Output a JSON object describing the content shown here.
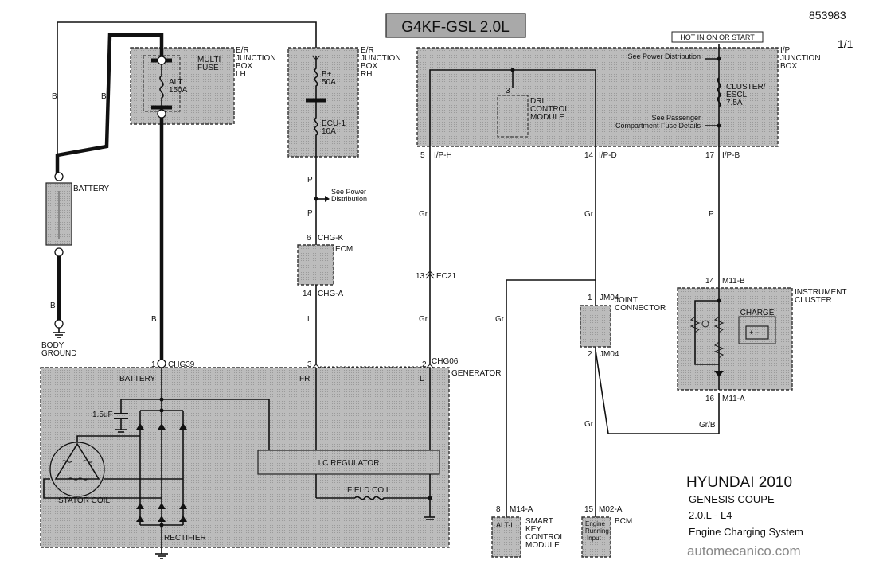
{
  "header": {
    "title": "G4KF-GSL 2.0L",
    "doc_number": "853983",
    "page": "1/1",
    "hot_label": "HOT IN ON OR START"
  },
  "er_lh": {
    "name": "E/R JUNCTION BOX LH",
    "name_lines": [
      "E/R",
      "JUNCTION",
      "BOX",
      "LH"
    ],
    "fuse_lines": [
      "MULTI",
      "FUSE"
    ],
    "alt_lines": [
      "ALT",
      "150A"
    ]
  },
  "er_rh": {
    "name_lines": [
      "E/R",
      "JUNCTION",
      "BOX",
      "RH"
    ],
    "fuse1_lines": [
      "B+",
      "50A"
    ],
    "fuse2_lines": [
      "ECU-1",
      "10A"
    ]
  },
  "ip_box": {
    "name_lines": [
      "I/P",
      "JUNCTION",
      "BOX"
    ],
    "see_power": "See Power Distribution",
    "cluster_fuse_lines": [
      "CLUSTER/",
      "ESCL",
      "7.5A"
    ],
    "see_passenger_lines": [
      "See Passenger",
      "Compartment Fuse Details"
    ],
    "drl_pin": "3",
    "drl_lines": [
      "DRL",
      "CONTROL",
      "MODULE"
    ],
    "pins": [
      {
        "num": "5",
        "name": "I/P-H"
      },
      {
        "num": "14",
        "name": "I/P-D"
      },
      {
        "num": "17",
        "name": "I/P-B"
      }
    ]
  },
  "battery": {
    "label": "BATTERY",
    "ground_lines": [
      "BODY",
      "GROUND"
    ]
  },
  "wire_colors": {
    "b1": "B",
    "b2": "B",
    "b3": "B",
    "b4": "B",
    "p1": "P",
    "p2": "P",
    "l": "L",
    "gr1": "Gr",
    "gr2": "Gr",
    "gr3": "Gr",
    "gr4": "Gr",
    "gr5": "Gr",
    "p3": "P",
    "grb": "Gr/B"
  },
  "see_power_lines": [
    "See Power",
    "Distribution"
  ],
  "ecm": {
    "label": "ECM",
    "pin_top": "6",
    "conn_top": "CHG-K",
    "pin_bot": "14",
    "conn_bot": "CHG-A"
  },
  "ec21": {
    "pin": "13",
    "name": "EC21"
  },
  "joint": {
    "label_lines": [
      "JOINT",
      "CONNECTOR"
    ],
    "pin_top": "1",
    "conn_top": "JM04",
    "pin_bot": "2",
    "conn_bot": "JM04"
  },
  "cluster": {
    "label_lines": [
      "INSTRUMENT",
      "CLUSTER"
    ],
    "charge": "CHARGE",
    "pin_top": "14",
    "conn_top": "M11-B",
    "pin_bot": "16",
    "conn_bot": "M11-A"
  },
  "generator": {
    "label": "GENERATOR",
    "pin1": "1",
    "conn1": "CHG39",
    "pin3": "3",
    "pin2": "2",
    "conn2": "CHG06",
    "battery": "BATTERY",
    "fr": "FR",
    "l": "L",
    "cap": "1.5uF",
    "regulator": "I.C REGULATOR",
    "field_coil": "FIELD COIL",
    "stator": "STATOR COIL",
    "rectifier": "RECTIFIER"
  },
  "smart_key": {
    "pin": "8",
    "conn": "M14-A",
    "inner": "ALT-L",
    "label_lines": [
      "SMART",
      "KEY",
      "CONTROL",
      "MODULE"
    ]
  },
  "bcm": {
    "pin": "15",
    "conn": "M02-A",
    "inner_lines": [
      "Engine",
      "Running",
      "Input"
    ],
    "label": "BCM"
  },
  "footer": {
    "make": "HYUNDAI 2010",
    "model": "GENESIS COUPE",
    "engine": "2.0.L - L4",
    "system": "Engine Charging System",
    "site": "automecanico.com"
  }
}
